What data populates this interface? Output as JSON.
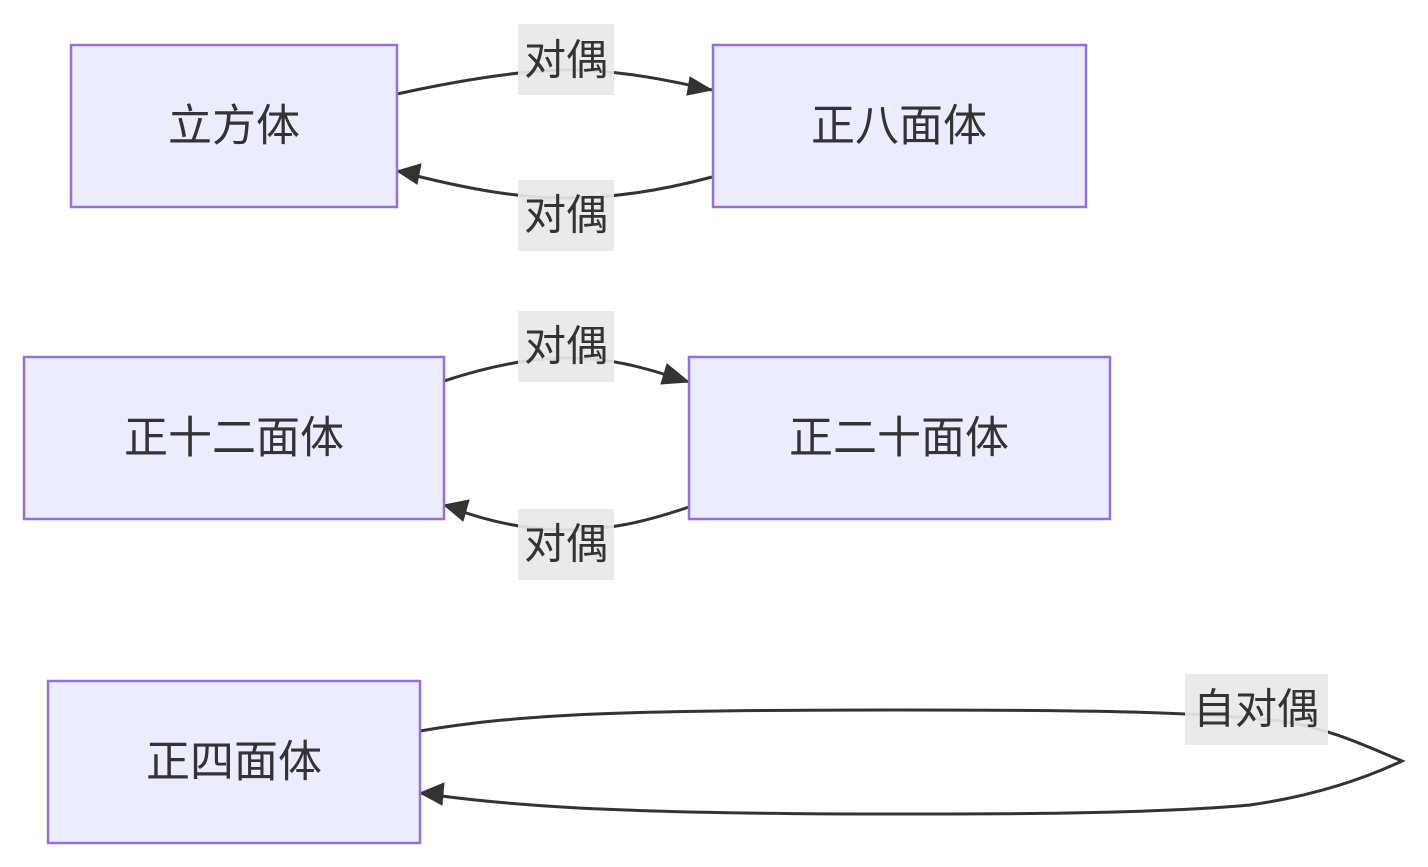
{
  "diagram": {
    "nodes": {
      "cube": "立方体",
      "octahedron": "正八面体",
      "dodecahedron": "正十二面体",
      "icosahedron": "正二十面体",
      "tetrahedron": "正四面体"
    },
    "edges": {
      "cube_to_octahedron": "对偶",
      "octahedron_to_cube": "对偶",
      "dodecahedron_to_icosahedron": "对偶",
      "icosahedron_to_dodecahedron": "对偶",
      "tetrahedron_self": "自对偶"
    },
    "colors": {
      "node_fill": "#ECECFF",
      "node_border": "#9370DB",
      "edge": "#333333",
      "label_bg": "#e8e8e8",
      "text": "#333333"
    }
  }
}
